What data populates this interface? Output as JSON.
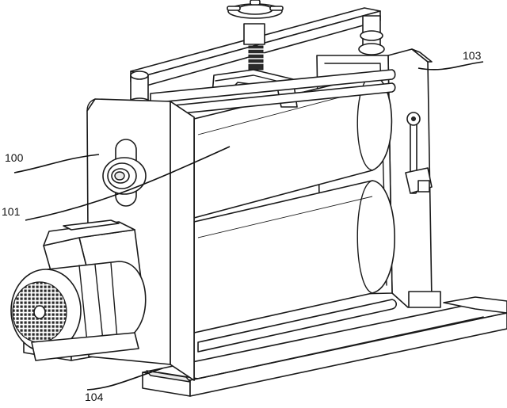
{
  "labels": {
    "l100": "100",
    "l101": "101",
    "l103": "103",
    "l104": "104"
  },
  "colors": {
    "line": "#1a1a1a",
    "background": "#ffffff",
    "shade": "#e9e9e9"
  }
}
